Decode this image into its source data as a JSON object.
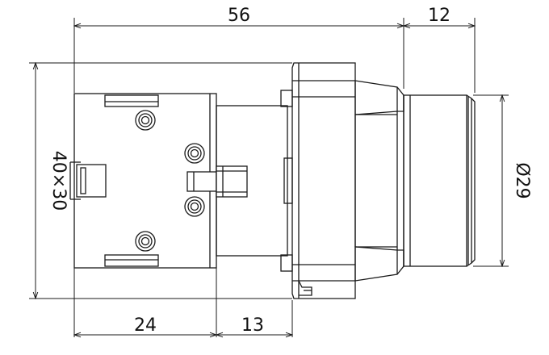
{
  "dimensions": {
    "overall_length": "56",
    "button_length": "12",
    "body_section": "40×30",
    "button_diameter": "Ø29",
    "contact_block_length": "24",
    "adapter_length": "13"
  },
  "colors": {
    "line": "#1a1a1a",
    "background": "#ffffff"
  }
}
